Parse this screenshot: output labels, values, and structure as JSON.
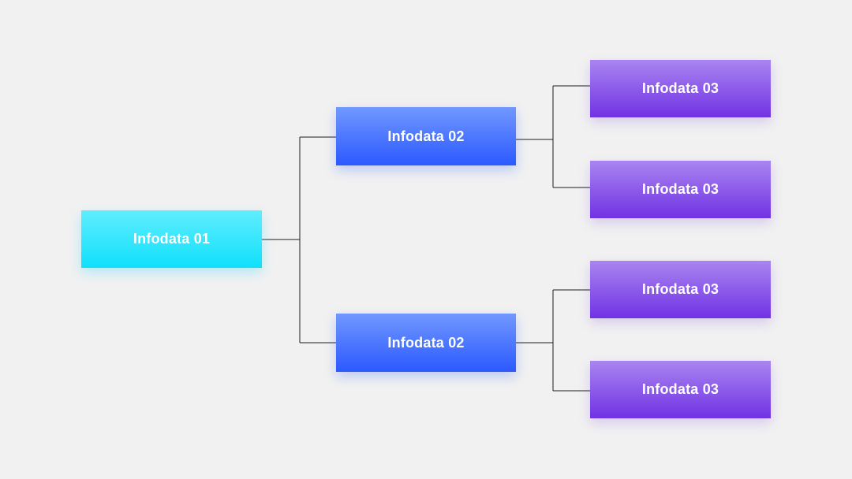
{
  "diagram": {
    "root": {
      "label": "Infodata 01"
    },
    "level2": [
      {
        "label": "Infodata 02"
      },
      {
        "label": "Infodata 02"
      }
    ],
    "level3": [
      {
        "label": "Infodata 03"
      },
      {
        "label": "Infodata 03"
      },
      {
        "label": "Infodata 03"
      },
      {
        "label": "Infodata 03"
      }
    ]
  },
  "colors": {
    "background": "#f1f1f1",
    "connector": "#1d1d1d",
    "level1_top": "#60edff",
    "level1_bottom": "#10e0fb",
    "level2_top": "#7198ff",
    "level2_bottom": "#2b59ff",
    "level3_top": "#a985f0",
    "level3_bottom": "#7132e4",
    "node_text": "#ffffff"
  }
}
